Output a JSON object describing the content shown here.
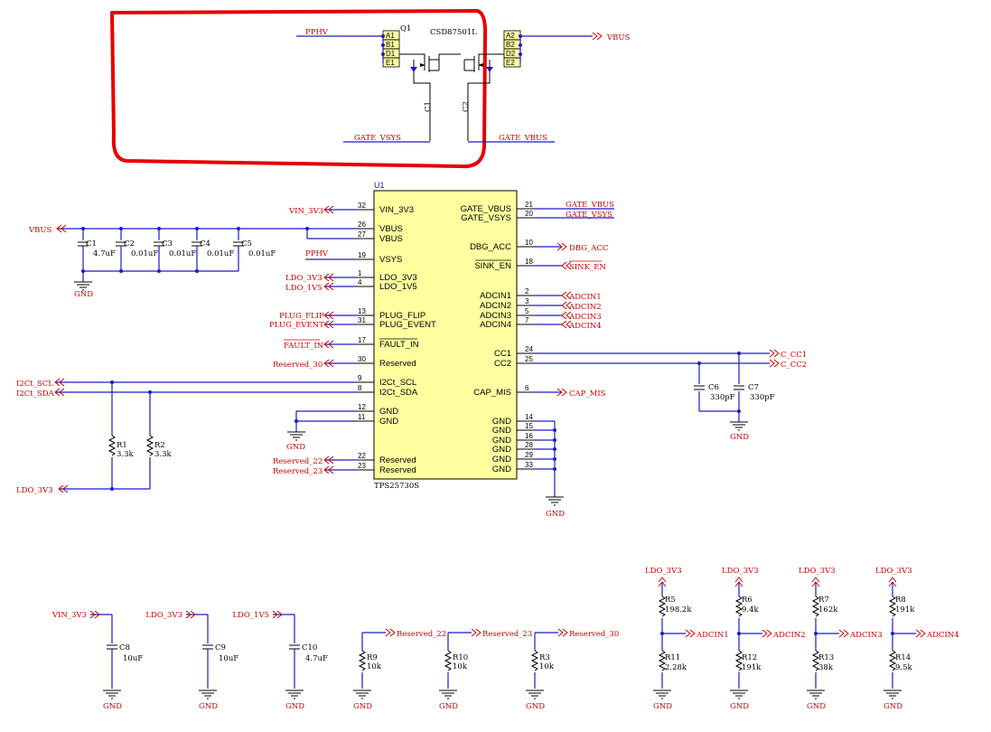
{
  "colors": {
    "wire": "#1a1acc",
    "net_label": "#cc0000",
    "ic_fill": "#ffffa0",
    "highlight": "#e60000"
  },
  "q1": {
    "ref": "Q1",
    "part": "CSD87501L",
    "left_pins": [
      "A1",
      "B1",
      "D1",
      "E1"
    ],
    "right_pins": [
      "A2",
      "B2",
      "D2",
      "E2"
    ],
    "gate_labels": [
      "C1",
      "C2"
    ],
    "net_in": "PPHV",
    "net_out": "VBUS",
    "gate_left": "GATE_VSYS",
    "gate_right": "GATE_VBUS"
  },
  "u1": {
    "ref": "U1",
    "part": "TPS25730S",
    "left_pins": [
      {
        "num": "32",
        "name": "VIN_3V3"
      },
      {
        "num": "26",
        "name": "VBUS"
      },
      {
        "num": "27",
        "name": "VBUS"
      },
      {
        "num": "19",
        "name": "VSYS"
      },
      {
        "num": "1",
        "name": "LDO_3V3"
      },
      {
        "num": "4",
        "name": "LDO_1V5"
      },
      {
        "num": "13",
        "name": "PLUG_FLIP"
      },
      {
        "num": "31",
        "name": "PLUG_EVENT"
      },
      {
        "num": "17",
        "name": "FAULT_IN"
      },
      {
        "num": "30",
        "name": "Reserved"
      },
      {
        "num": "9",
        "name": "I2Ct_SCL"
      },
      {
        "num": "8",
        "name": "I2Ct_SDA"
      },
      {
        "num": "12",
        "name": "GND"
      },
      {
        "num": "11",
        "name": "GND"
      },
      {
        "num": "22",
        "name": "Reserved"
      },
      {
        "num": "23",
        "name": "Reserved"
      }
    ],
    "right_pins": [
      {
        "num": "21",
        "name": "GATE_VBUS"
      },
      {
        "num": "20",
        "name": "GATE_VSYS"
      },
      {
        "num": "10",
        "name": "DBG_ACC"
      },
      {
        "num": "18",
        "name": "SINK_EN"
      },
      {
        "num": "2",
        "name": "ADCIN1"
      },
      {
        "num": "3",
        "name": "ADCIN2"
      },
      {
        "num": "5",
        "name": "ADCIN3"
      },
      {
        "num": "7",
        "name": "ADCIN4"
      },
      {
        "num": "24",
        "name": "CC1"
      },
      {
        "num": "25",
        "name": "CC2"
      },
      {
        "num": "6",
        "name": "CAP_MIS"
      },
      {
        "num": "14",
        "name": "GND"
      },
      {
        "num": "15",
        "name": "GND"
      },
      {
        "num": "16",
        "name": "GND"
      },
      {
        "num": "28",
        "name": "GND"
      },
      {
        "num": "29",
        "name": "GND"
      },
      {
        "num": "33",
        "name": "GND"
      }
    ]
  },
  "nets": {
    "vin_3v3": "VIN_3V3",
    "vbus": "VBUS",
    "pphv": "PPHV",
    "ldo_3v3": "LDO_3V3",
    "ldo_1v5": "LDO_1V5",
    "plug_flip": "PLUG_FLIP",
    "plug_event": "PLUG_EVENT",
    "fault_in": "FAULT_IN",
    "reserved_30": "Reserved_30",
    "i2c_scl": "I2Ct_SCL",
    "i2c_sda": "I2Ct_SDA",
    "reserved_22": "Reserved_22",
    "reserved_23": "Reserved_23",
    "gate_vbus": "GATE_VBUS",
    "gate_vsys": "GATE_VSYS",
    "dbg_acc": "DBG_ACC",
    "sink_en": "SINK_EN",
    "adcin1": "ADCIN1",
    "adcin2": "ADCIN2",
    "adcin3": "ADCIN3",
    "adcin4": "ADCIN4",
    "c_cc1": "C_CC1",
    "c_cc2": "C_CC2",
    "cap_mis": "CAP_MIS",
    "gnd": "GND"
  },
  "vbus_caps": [
    {
      "ref": "C1",
      "value": "4.7uF"
    },
    {
      "ref": "C2",
      "value": "0.01uF"
    },
    {
      "ref": "C3",
      "value": "0.01uF"
    },
    {
      "ref": "C4",
      "value": "0.01uF"
    },
    {
      "ref": "C5",
      "value": "0.01uF"
    }
  ],
  "cc_caps": [
    {
      "ref": "C6",
      "value": "330pF"
    },
    {
      "ref": "C7",
      "value": "330pF"
    }
  ],
  "i2c_res": [
    {
      "ref": "R1",
      "value": "3.3k"
    },
    {
      "ref": "R2",
      "value": "3.3k"
    }
  ],
  "bottom_caps": [
    {
      "ref": "C8",
      "value": "10uF",
      "net": "VIN_3V3"
    },
    {
      "ref": "C9",
      "value": "10uF",
      "net": "LDO_3V3"
    },
    {
      "ref": "C10",
      "value": "4.7uF",
      "net": "LDO_1V5"
    }
  ],
  "reserved_res": [
    {
      "ref": "R9",
      "value": "10k",
      "net": "Reserved_22"
    },
    {
      "ref": "R10",
      "value": "10k",
      "net": "Reserved_23"
    },
    {
      "ref": "R3",
      "value": "10k",
      "net": "Reserved_30"
    }
  ],
  "adc_dividers": [
    {
      "top_ref": "R5",
      "top_val": "198.2k",
      "bot_ref": "R11",
      "bot_val": "2.28k",
      "net": "ADCIN1",
      "supply": "LDO_3V3"
    },
    {
      "top_ref": "R6",
      "top_val": "9.4k",
      "bot_ref": "R12",
      "bot_val": "191k",
      "net": "ADCIN2",
      "supply": "LDO_3V3"
    },
    {
      "top_ref": "R7",
      "top_val": "162k",
      "bot_ref": "R13",
      "bot_val": "38k",
      "net": "ADCIN3",
      "supply": "LDO_3V3"
    },
    {
      "top_ref": "R8",
      "top_val": "191k",
      "bot_ref": "R14",
      "bot_val": "9.5k",
      "net": "ADCIN4",
      "supply": "LDO_3V3"
    }
  ]
}
